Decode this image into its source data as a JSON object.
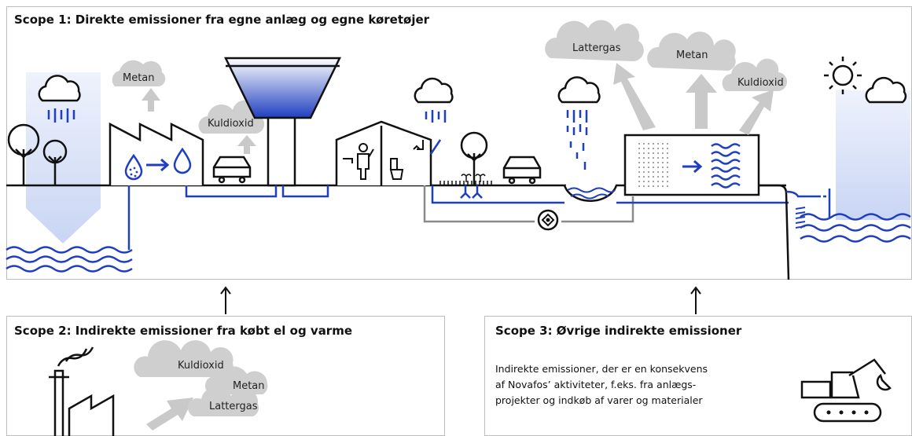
{
  "scope1": {
    "title": "Scope 1: Direkte emissioner fra egne anlæg og egne køretøjer",
    "clouds": {
      "metan_left": "Metan",
      "kuldioxid_left": "Kuldioxid",
      "lattergas": "Lattergas",
      "metan_right": "Metan",
      "kuldioxid_right": "Kuldioxid"
    }
  },
  "scope2": {
    "title": "Scope 2: Indirekte emissioner fra købt el og varme",
    "clouds": {
      "kuldioxid": "Kuldioxid",
      "metan": "Metan",
      "lattergas": "Lattergas"
    }
  },
  "scope3": {
    "title": "Scope 3: Øvrige indirekte emissioner",
    "lines": [
      "Indirekte emissioner, der er en konsekvens",
      "af Novafos’ aktiviteter, f.eks. fra anlægs-",
      "projekter og indkøb af varer og materialer"
    ]
  },
  "colors": {
    "blue": "#1f3fbf",
    "cloud_gray": "#cfcfcf",
    "arrow_gray": "#c9c9c9",
    "pale_blue": "#d9e1f7",
    "line_dark": "#111111"
  }
}
